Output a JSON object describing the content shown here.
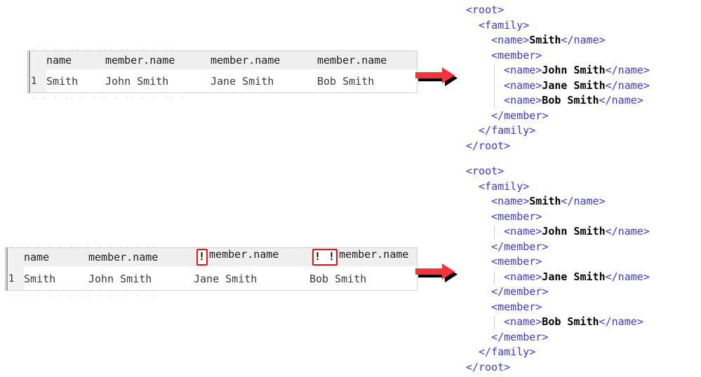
{
  "colors": {
    "xml_tag": "#3a3ad8",
    "xml_value": "#000000",
    "arrow": "#f4333d",
    "arrow_shadow": "#000000",
    "warning_border": "#ee1111",
    "header_bg": "#efefef",
    "gutter_bg": "#f1f1f1"
  },
  "tables": [
    {
      "id": "table-top",
      "ghost_top": "  .   .     ..   ..    .   ...    .. ..   .  .. ",
      "ghost_bottom": " .   .  .   .. .    .  .    .  .. .   .   ..  .",
      "row_number": "1",
      "columns": [
        {
          "label": "name",
          "warning": null
        },
        {
          "label": "member.name",
          "warning": null
        },
        {
          "label": "member.name",
          "warning": null
        },
        {
          "label": "member.name",
          "warning": null
        }
      ],
      "row": [
        "Smith",
        "John Smith",
        "Jane Smith",
        "Bob Smith"
      ]
    },
    {
      "id": "table-bottom",
      "ghost_top": "  .  ..   .   . .    ..   .  .    . ..   .   .. ",
      "ghost_bottom": " ..  .  .    . .   ..   .  .    ..  .   .   .. ",
      "row_number": "1",
      "columns": [
        {
          "label": "name",
          "warning": null
        },
        {
          "label": "member.name",
          "warning": null
        },
        {
          "label": "member.name",
          "warning": "!"
        },
        {
          "label": "member.name",
          "warning": "! !"
        }
      ],
      "row": [
        "Smith",
        "John Smith",
        "Jane Smith",
        "Bob Smith"
      ]
    }
  ],
  "arrows": [
    {
      "id": "arrow-top",
      "direction": "right"
    },
    {
      "id": "arrow-bottom",
      "direction": "right"
    }
  ],
  "xml_blocks": [
    {
      "id": "xml-top",
      "lines": [
        {
          "indent": 0,
          "parts": [
            {
              "t": "tag",
              "s": "<root>"
            }
          ]
        },
        {
          "indent": 1,
          "parts": [
            {
              "t": "tag",
              "s": "<family>"
            }
          ]
        },
        {
          "indent": 2,
          "parts": [
            {
              "t": "tag",
              "s": "<name>"
            },
            {
              "t": "val",
              "s": "Smith"
            },
            {
              "t": "tag",
              "s": "</name>"
            }
          ]
        },
        {
          "indent": 2,
          "parts": [
            {
              "t": "tag",
              "s": "<member>"
            }
          ]
        },
        {
          "indent": 3,
          "parts": [
            {
              "t": "tag",
              "s": "<name>"
            },
            {
              "t": "val",
              "s": "John Smith"
            },
            {
              "t": "tag",
              "s": "</name>"
            }
          ]
        },
        {
          "indent": 3,
          "parts": [
            {
              "t": "tag",
              "s": "<name>"
            },
            {
              "t": "val",
              "s": "Jane Smith"
            },
            {
              "t": "tag",
              "s": "</name>"
            }
          ]
        },
        {
          "indent": 3,
          "parts": [
            {
              "t": "tag",
              "s": "<name>"
            },
            {
              "t": "val",
              "s": "Bob Smith"
            },
            {
              "t": "tag",
              "s": "</name>"
            }
          ]
        },
        {
          "indent": 2,
          "parts": [
            {
              "t": "tag",
              "s": "</member>"
            }
          ]
        },
        {
          "indent": 1,
          "parts": [
            {
              "t": "tag",
              "s": "</family>"
            }
          ]
        },
        {
          "indent": 0,
          "parts": [
            {
              "t": "tag",
              "s": "</root>"
            }
          ]
        }
      ]
    },
    {
      "id": "xml-bottom",
      "lines": [
        {
          "indent": 0,
          "parts": [
            {
              "t": "tag",
              "s": "<root>"
            }
          ]
        },
        {
          "indent": 1,
          "parts": [
            {
              "t": "tag",
              "s": "<family>"
            }
          ]
        },
        {
          "indent": 2,
          "parts": [
            {
              "t": "tag",
              "s": "<name>"
            },
            {
              "t": "val",
              "s": "Smith"
            },
            {
              "t": "tag",
              "s": "</name>"
            }
          ]
        },
        {
          "indent": 2,
          "parts": [
            {
              "t": "tag",
              "s": "<member>"
            }
          ]
        },
        {
          "indent": 3,
          "parts": [
            {
              "t": "tag",
              "s": "<name>"
            },
            {
              "t": "val",
              "s": "John Smith"
            },
            {
              "t": "tag",
              "s": "</name>"
            }
          ]
        },
        {
          "indent": 2,
          "parts": [
            {
              "t": "tag",
              "s": "</member>"
            }
          ]
        },
        {
          "indent": 2,
          "parts": [
            {
              "t": "tag",
              "s": "<member>"
            }
          ]
        },
        {
          "indent": 3,
          "parts": [
            {
              "t": "tag",
              "s": "<name>"
            },
            {
              "t": "val",
              "s": "Jane Smith"
            },
            {
              "t": "tag",
              "s": "</name>"
            }
          ]
        },
        {
          "indent": 2,
          "parts": [
            {
              "t": "tag",
              "s": "</member>"
            }
          ]
        },
        {
          "indent": 2,
          "parts": [
            {
              "t": "tag",
              "s": "<member>"
            }
          ]
        },
        {
          "indent": 3,
          "parts": [
            {
              "t": "tag",
              "s": "<name>"
            },
            {
              "t": "val",
              "s": "Bob Smith"
            },
            {
              "t": "tag",
              "s": "</name>"
            }
          ]
        },
        {
          "indent": 2,
          "parts": [
            {
              "t": "tag",
              "s": "</member>"
            }
          ]
        },
        {
          "indent": 1,
          "parts": [
            {
              "t": "tag",
              "s": "</family>"
            }
          ]
        },
        {
          "indent": 0,
          "parts": [
            {
              "t": "tag",
              "s": "</root>"
            }
          ]
        }
      ]
    }
  ]
}
